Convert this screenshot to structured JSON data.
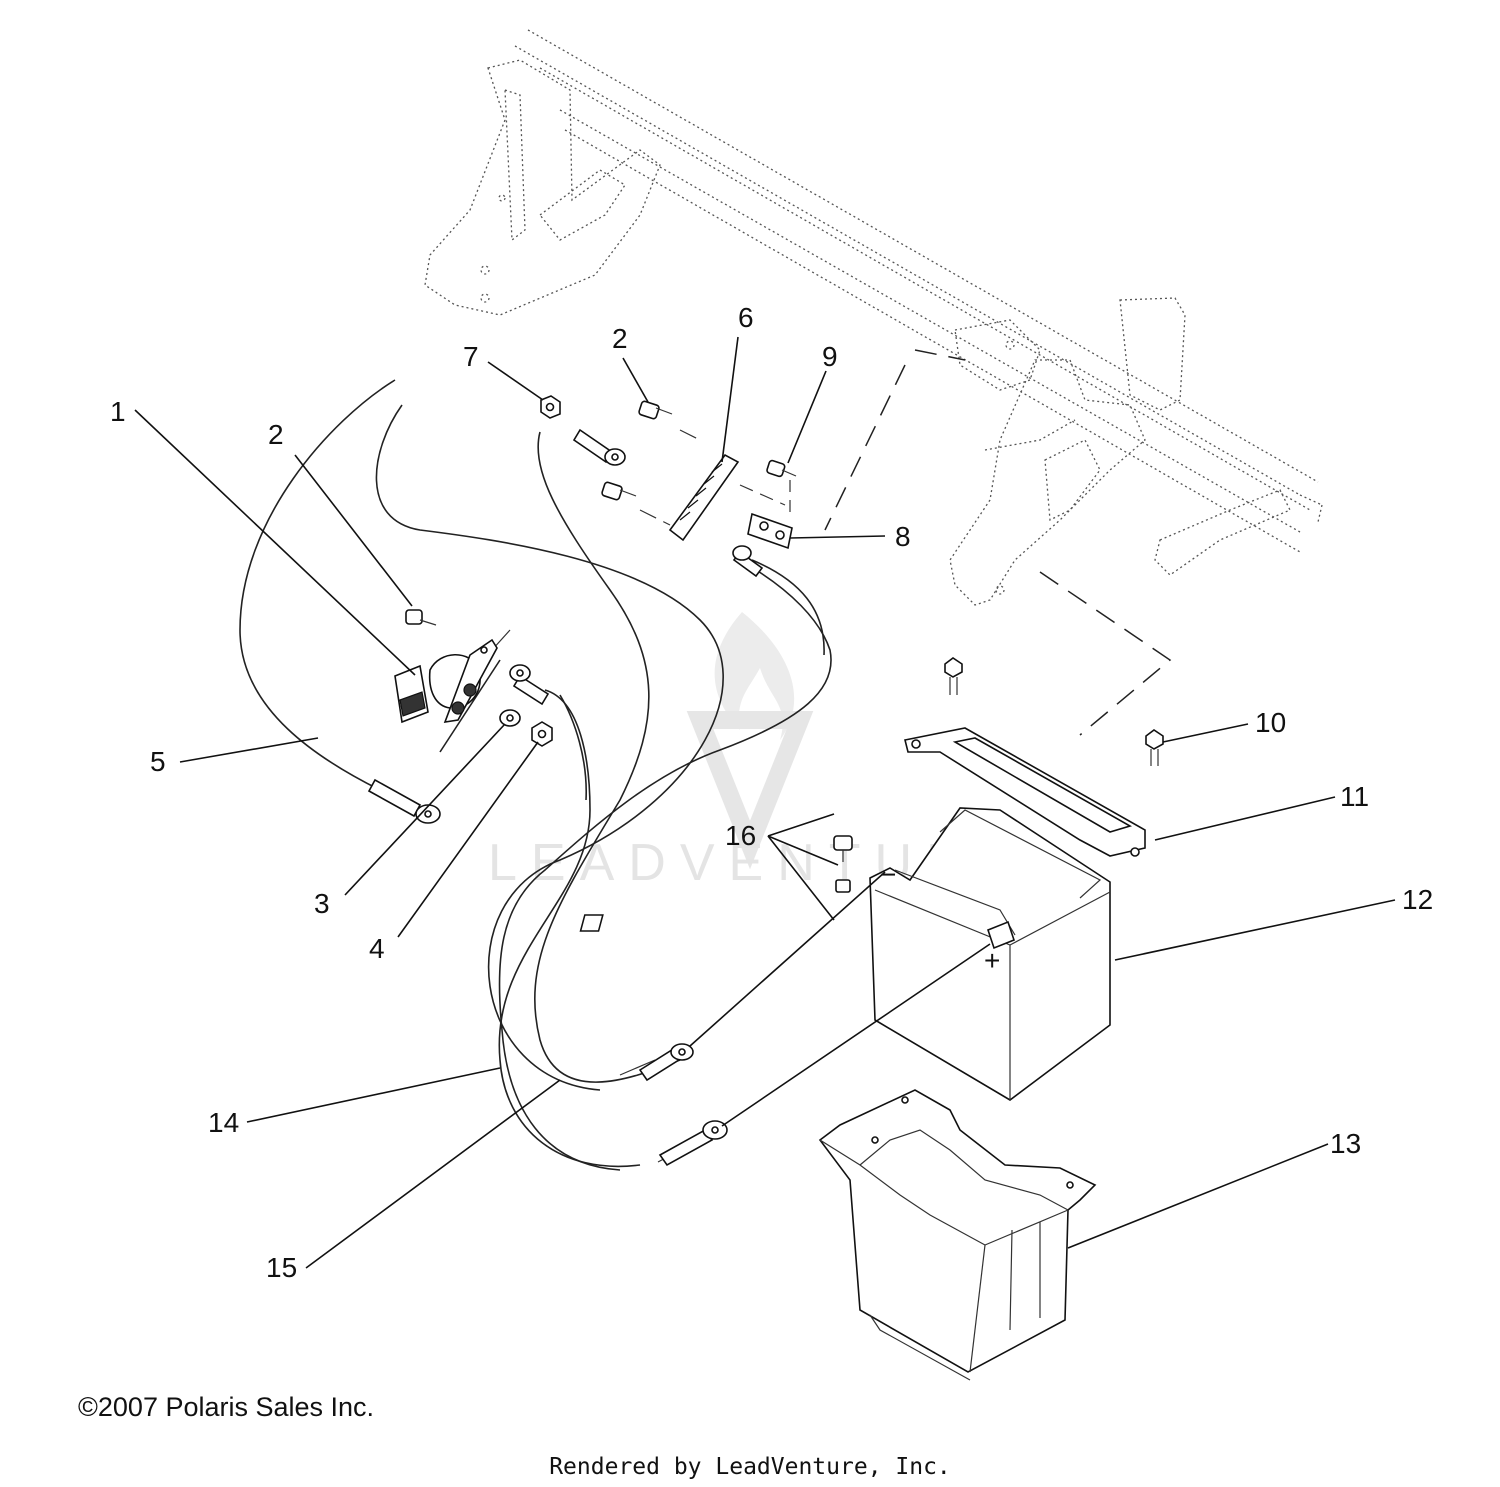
{
  "diagram": {
    "callouts": {
      "c1": "1",
      "c2a": "2",
      "c2b": "2",
      "c3": "3",
      "c4": "4",
      "c5": "5",
      "c6": "6",
      "c7": "7",
      "c8": "8",
      "c9": "9",
      "c10": "10",
      "c11": "11",
      "c12": "12",
      "c13": "13",
      "c14": "14",
      "c15": "15",
      "c16": "16"
    },
    "battery_minus": "−",
    "battery_plus": "+"
  },
  "watermark": {
    "text": "LEADVENTURE"
  },
  "footer": {
    "copyright": "©2007 Polaris Sales Inc.",
    "rendered_by": "Rendered by LeadVenture, Inc."
  }
}
